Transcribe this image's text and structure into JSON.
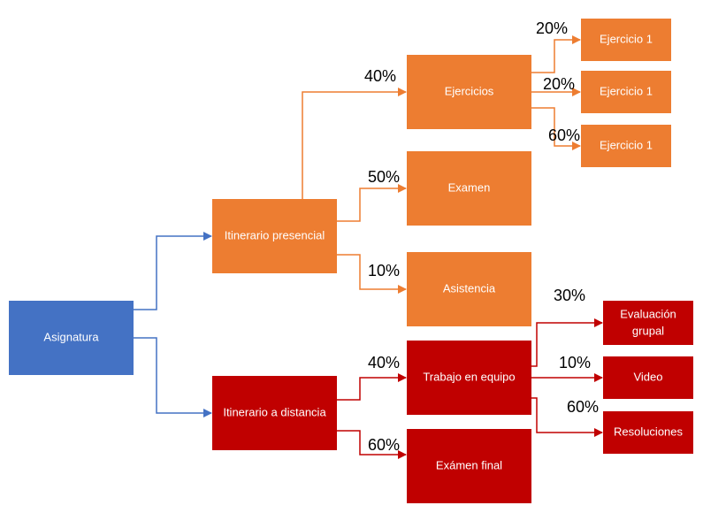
{
  "colors": {
    "blue": "#4472C4",
    "orange": "#ED7D31",
    "red": "#C00000",
    "text_light": "#FFFFFF",
    "text_dark": "#000000"
  },
  "nodes": {
    "asignatura": {
      "label": "Asignatura"
    },
    "presencial": {
      "label": "Itinerario presencial"
    },
    "distancia": {
      "label": "Itinerario a distancia"
    },
    "ejercicios": {
      "label": "Ejercicios"
    },
    "examen": {
      "label": "Examen"
    },
    "asistencia": {
      "label": "Asistencia"
    },
    "ejercicio_a": {
      "label": "Ejercicio 1"
    },
    "ejercicio_b": {
      "label": "Ejercicio 1"
    },
    "ejercicio_c": {
      "label": "Ejercicio 1"
    },
    "trabajo": {
      "label": "Trabajo en equipo"
    },
    "examen_final": {
      "label": "Exámen final"
    },
    "evaluacion": {
      "label_line1": "Evaluación",
      "label_line2": "grupal"
    },
    "video": {
      "label": "Video"
    },
    "resoluciones": {
      "label": "Resoluciones"
    }
  },
  "weights": {
    "ejercicios": "40%",
    "examen": "50%",
    "asistencia": "10%",
    "ejercicio_a": "20%",
    "ejercicio_b": "20%",
    "ejercicio_c": "60%",
    "trabajo": "40%",
    "examen_final": "60%",
    "evaluacion": "30%",
    "video": "10%",
    "resoluciones": "60%"
  }
}
